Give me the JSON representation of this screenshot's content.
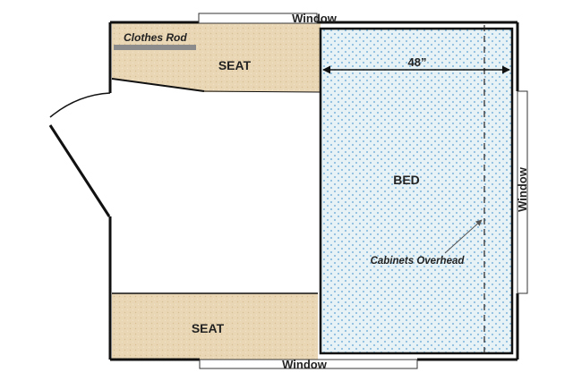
{
  "labels": {
    "window_top": "Window",
    "window_bottom": "Window",
    "window_right": "Window",
    "clothes_rod": "Clothes Rod",
    "seat_top": "SEAT",
    "seat_bottom": "SEAT",
    "bed": "BED",
    "bed_width": "48”",
    "cabinets": "Cabinets Overhead"
  },
  "colors": {
    "wall": "#111111",
    "seat_fill": "#e9d6b4",
    "bed_fill": "#e6f2f6",
    "bed_dots": "#5aa0d0",
    "rod": "#8c8c8c"
  }
}
